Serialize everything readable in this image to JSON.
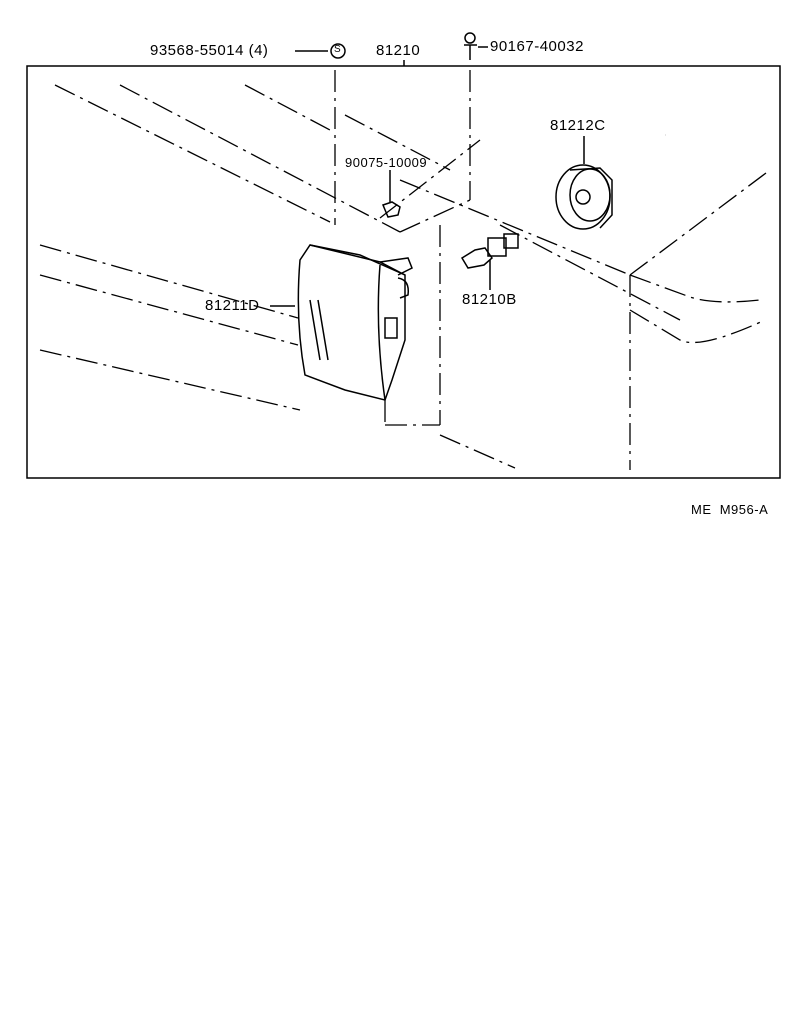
{
  "diagram": {
    "labels": {
      "clip_part": "93568-55014 (4)",
      "clip_symbol": "S",
      "assembly": "81210",
      "screw": "90167-40032",
      "nut": "90075-10009",
      "socket": "81212C",
      "lens_housing": "81211D",
      "bulb": "81210B"
    },
    "reference_code": "ME  M956-A"
  }
}
